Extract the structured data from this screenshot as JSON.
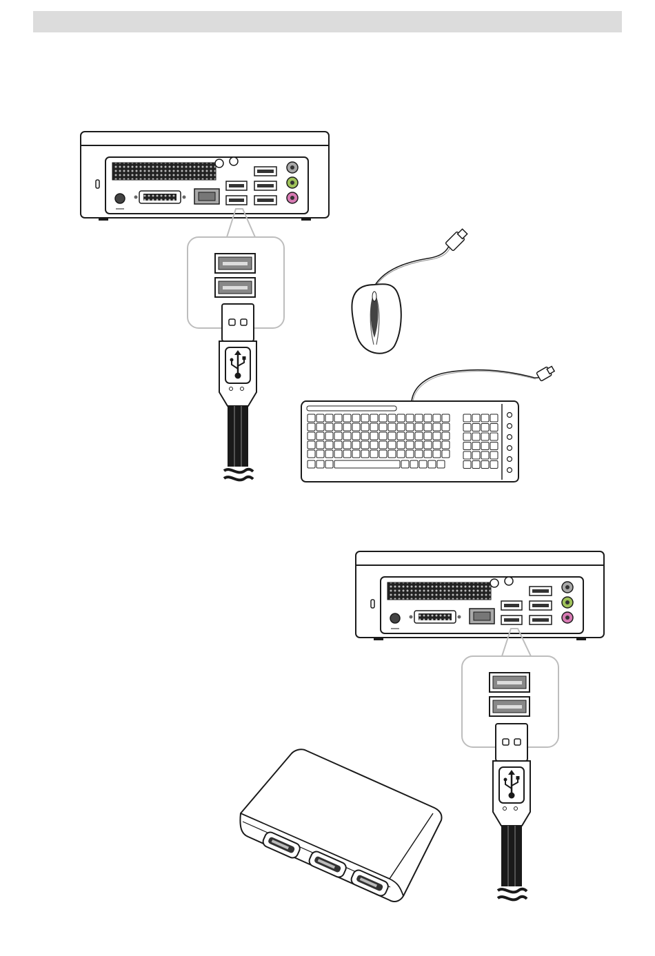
{
  "page": {
    "header_bar_color": "#dcdcdc",
    "line_color": "#1a1a1a",
    "port_colors": {
      "line_in": "#a8a8a8",
      "line_out": "#9fc25a",
      "mic": "#d77ab3"
    }
  },
  "figures": [
    {
      "id": "figure-1",
      "items": [
        "pc-rear-panel",
        "usb-port-callout",
        "usb-plug",
        "usb-mouse",
        "usb-keyboard"
      ]
    },
    {
      "id": "figure-2",
      "items": [
        "pc-rear-panel",
        "usb-port-callout",
        "usb-plug",
        "usb-hub"
      ]
    }
  ],
  "icons": {
    "usb": "usb-trident-icon"
  }
}
